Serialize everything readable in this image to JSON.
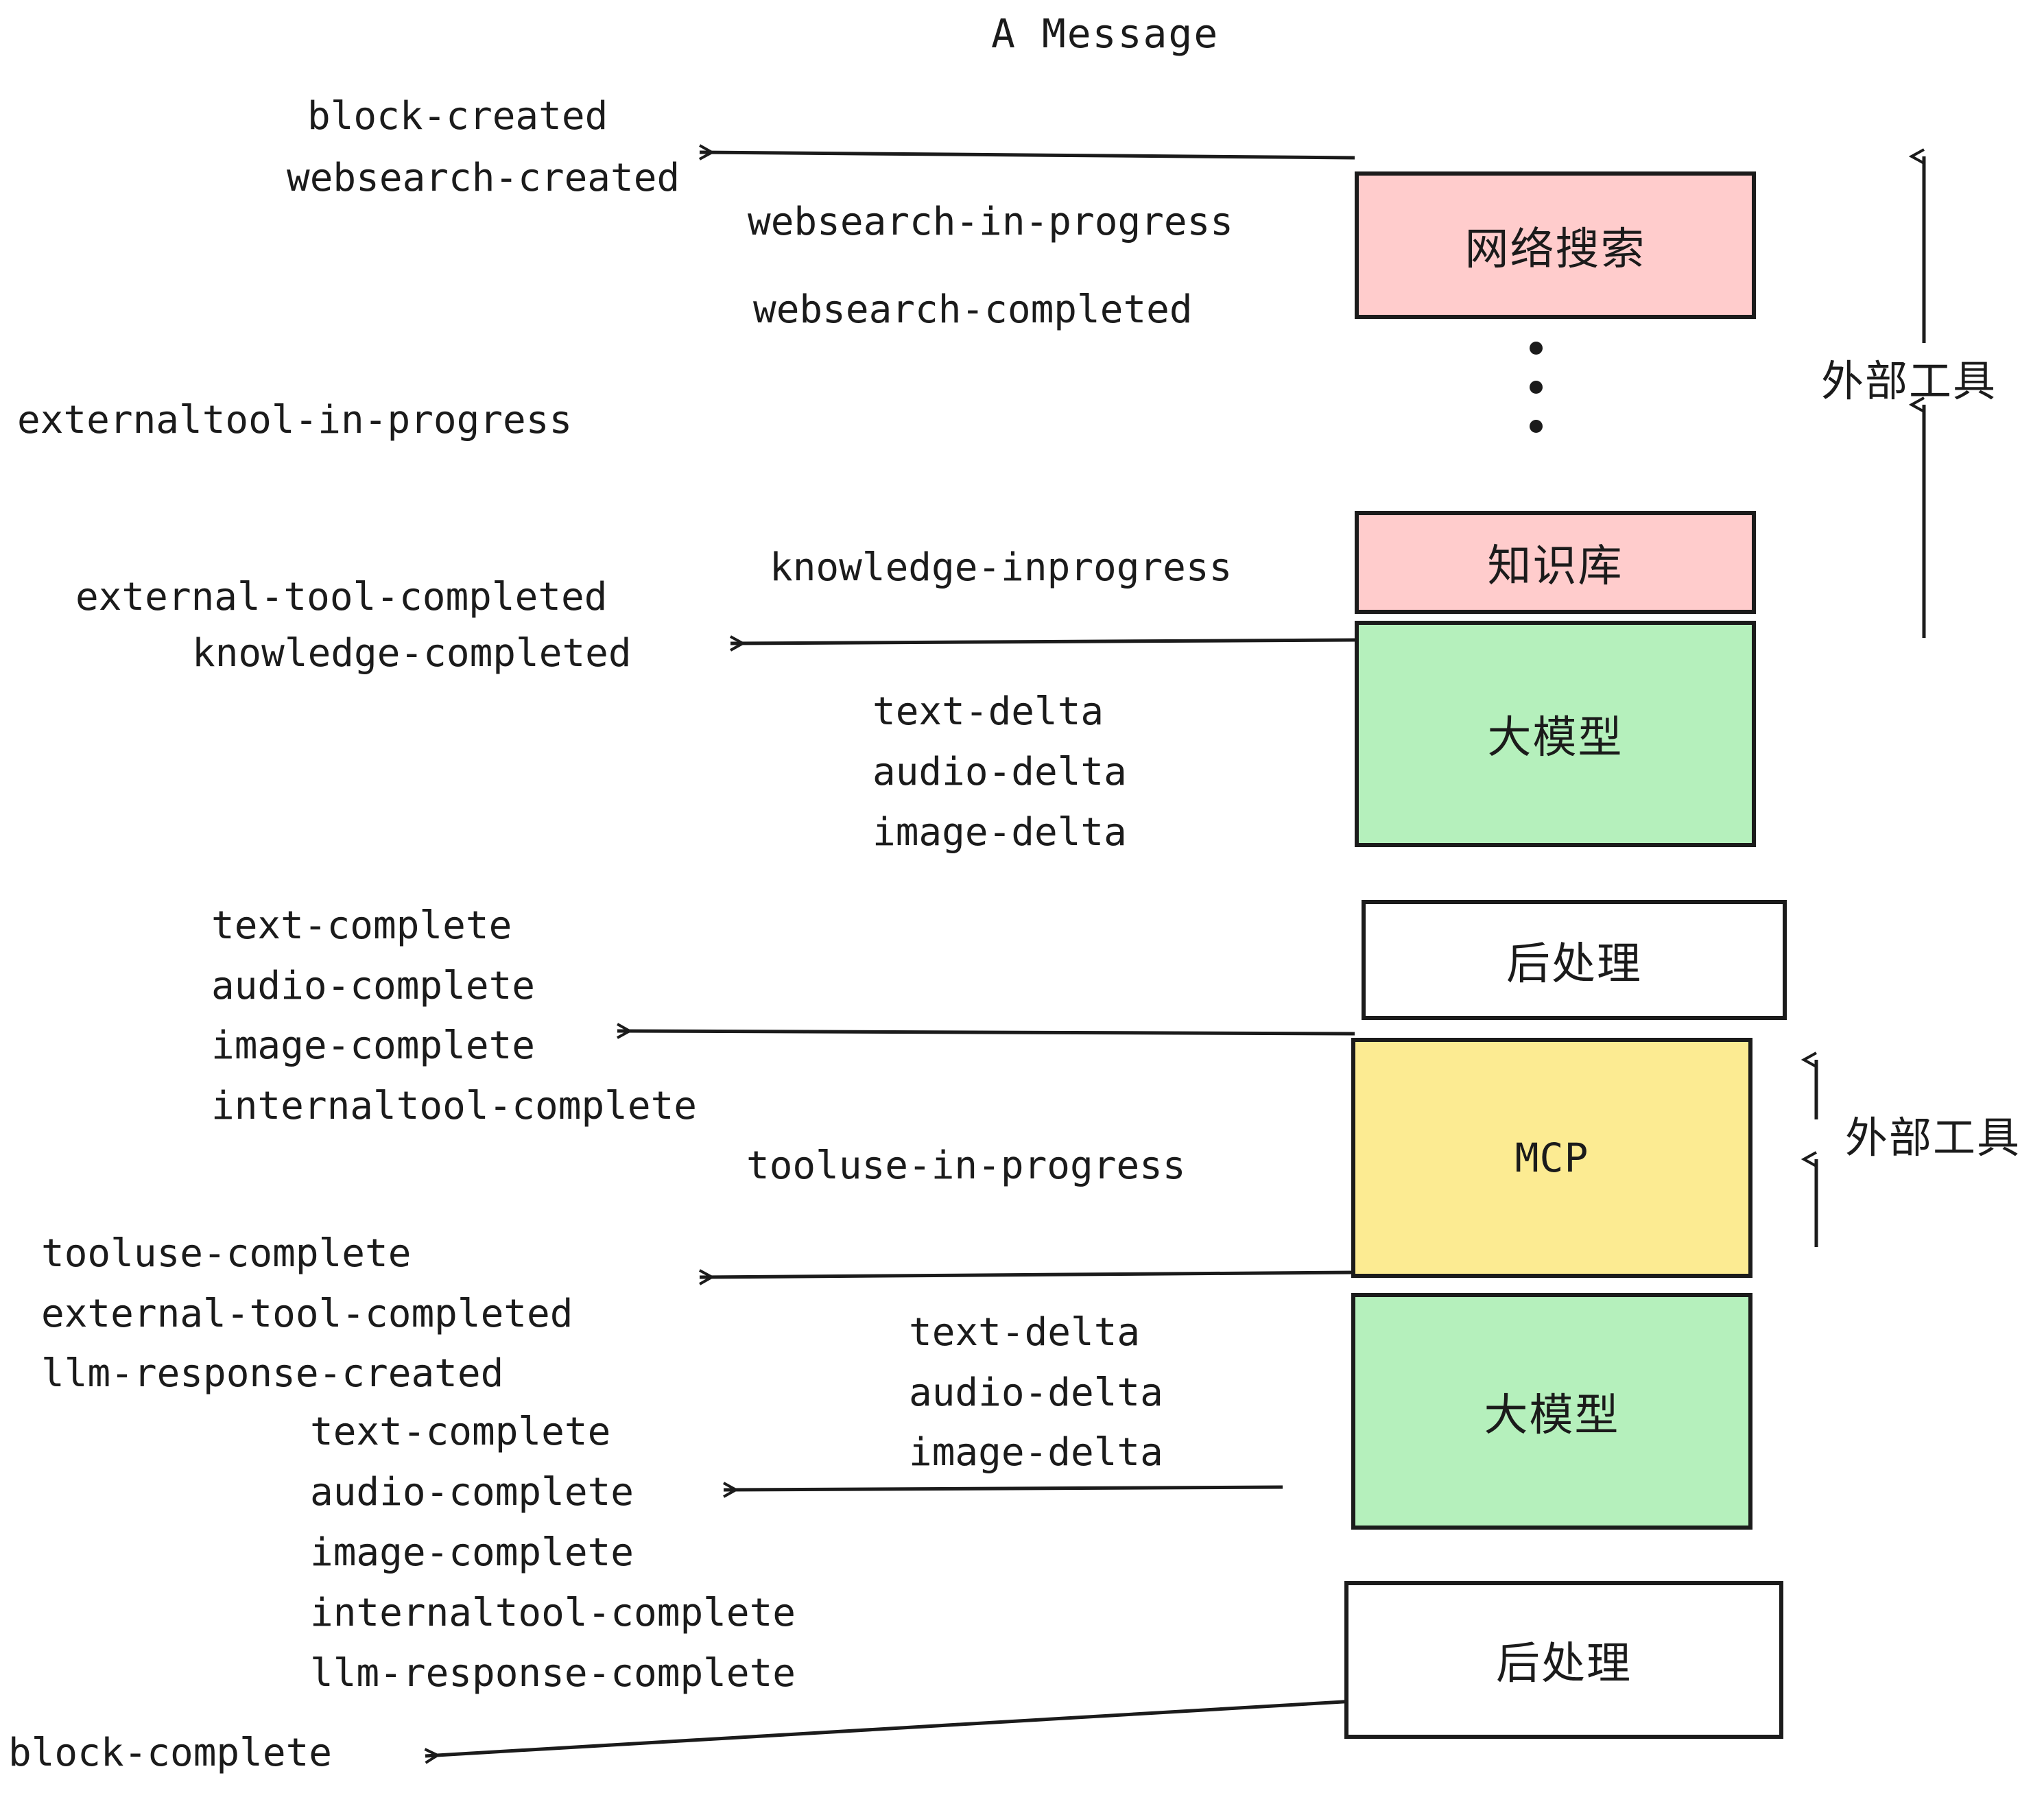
{
  "diagram": {
    "title": "A Message",
    "colors": {
      "pink": "#FFCCCC",
      "green": "#B5F0BC",
      "yellow": "#FCEB92",
      "white": "#FFFFFF",
      "stroke": "#1b1b1b"
    },
    "nodes": [
      {
        "id": "websearch",
        "label": "网络搜索",
        "fill": "pink"
      },
      {
        "id": "knowledge",
        "label": "知识库",
        "fill": "pink"
      },
      {
        "id": "llm-top",
        "label": "大模型",
        "fill": "green"
      },
      {
        "id": "post-top",
        "label": "后处理",
        "fill": "white"
      },
      {
        "id": "mcp",
        "label": "MCP",
        "fill": "yellow"
      },
      {
        "id": "llm-bottom",
        "label": "大模型",
        "fill": "green"
      },
      {
        "id": "post-bottom",
        "label": "后处理",
        "fill": "white"
      }
    ],
    "side_labels": [
      {
        "id": "external-tools-top",
        "label": "外部工具"
      },
      {
        "id": "external-tools-bottom",
        "label": "外部工具"
      }
    ],
    "events": {
      "block_created": "block-created",
      "websearch_created": "websearch-created",
      "websearch_in_progress": "websearch-in-progress",
      "websearch_completed": "websearch-completed",
      "externaltool_in_progress": "externaltool-in-progress",
      "knowledge_inprogress": "knowledge-inprogress",
      "external_tool_completed_1": "external-tool-completed",
      "knowledge_completed": "knowledge-completed",
      "text_delta_1": "text-delta",
      "audio_delta_1": "audio-delta",
      "image_delta_1": "image-delta",
      "text_complete_1": "text-complete",
      "audio_complete_1": "audio-complete",
      "image_complete_1": "image-complete",
      "internaltool_complete_1": "internaltool-complete",
      "tooluse_in_progress": "tooluse-in-progress",
      "tooluse_complete": "tooluse-complete",
      "external_tool_completed_2": "external-tool-completed",
      "llm_response_created": "llm-response-created",
      "text_delta_2": "text-delta",
      "audio_delta_2": "audio-delta",
      "image_delta_2": "image-delta",
      "text_complete_2": "text-complete",
      "audio_complete_2": "audio-complete",
      "image_complete_2": "image-complete",
      "internaltool_complete_2": "internaltool-complete",
      "llm_response_complete": "llm-response-complete",
      "block_complete": "block-complete"
    }
  }
}
